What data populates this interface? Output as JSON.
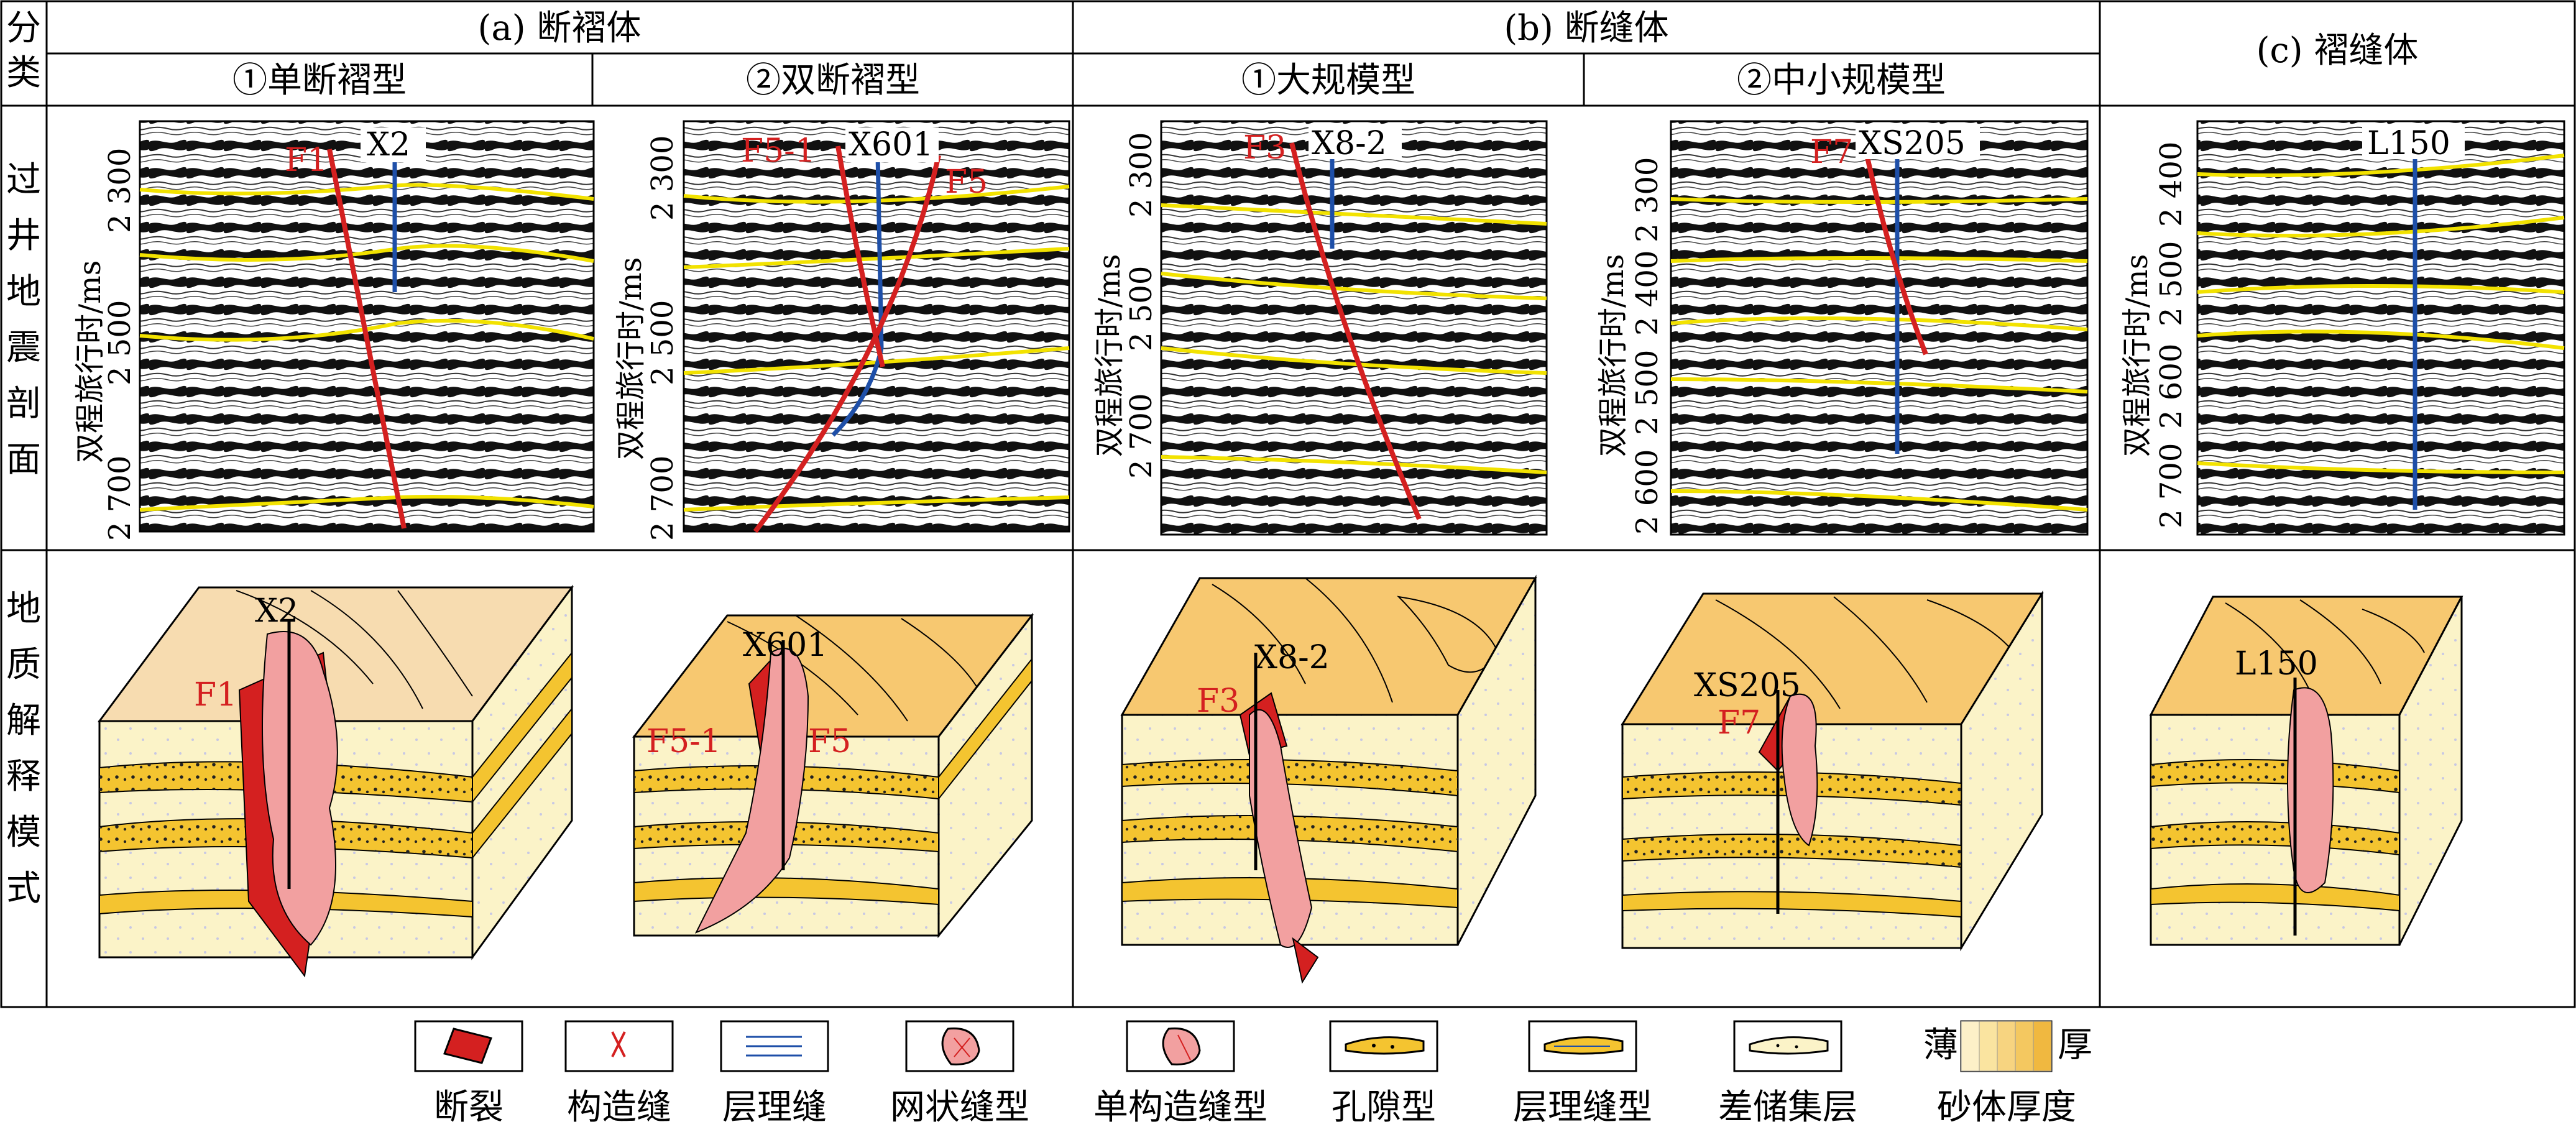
{
  "header": {
    "classify_label": "分类",
    "groups": [
      {
        "title": "(a) 断褶体",
        "subs": [
          "①单断褶型",
          "②双断褶型"
        ]
      },
      {
        "title": "(b) 断缝体",
        "subs": [
          "①大规模型",
          "②中小规模型"
        ]
      },
      {
        "title": "(c) 褶缝体",
        "subs": []
      }
    ]
  },
  "rows": {
    "seismic": "过井地震剖面",
    "model": "地质解释模式"
  },
  "axis_label": "双程旅行时/ms",
  "panels": [
    {
      "wells": [
        "X2"
      ],
      "faults": [
        "F1"
      ],
      "ticks": [
        "2 300",
        "2 500",
        "2 700"
      ]
    },
    {
      "wells": [
        "X601"
      ],
      "faults": [
        "F5-1",
        "F5"
      ],
      "ticks": [
        "2 300",
        "2 500",
        "2 700"
      ]
    },
    {
      "wells": [
        "X8-2"
      ],
      "faults": [
        "F3"
      ],
      "ticks": [
        "2 300",
        "2 500",
        "2 700"
      ]
    },
    {
      "wells": [
        "XS205"
      ],
      "faults": [
        "F7"
      ],
      "ticks": [
        "2 300",
        "2 400",
        "2 500",
        "2 600"
      ]
    },
    {
      "wells": [
        "L150"
      ],
      "faults": [],
      "ticks": [
        "2 400",
        "2 500",
        "2 600",
        "2 700"
      ]
    }
  ],
  "legend": [
    {
      "icon": "fault-icon",
      "label": "断裂"
    },
    {
      "icon": "structural-fracture-icon",
      "label": "构造缝"
    },
    {
      "icon": "bedding-fracture-icon",
      "label": "层理缝"
    },
    {
      "icon": "network-fracture-icon",
      "label": "网状缝型"
    },
    {
      "icon": "single-fracture-icon",
      "label": "单构造缝型"
    },
    {
      "icon": "pore-type-icon",
      "label": "孔隙型"
    },
    {
      "icon": "bedding-type-icon",
      "label": "层理缝型"
    },
    {
      "icon": "poor-reservoir-icon",
      "label": "差储集层"
    },
    {
      "icon": "sand-thickness-icon",
      "label": "砂体厚度"
    }
  ],
  "thickness": {
    "thin": "薄",
    "thick": "厚"
  },
  "colors": {
    "fault": "#d42020",
    "well_blue": "#1e4fa8",
    "horizon": "#f2e200",
    "sand": "#f4c430",
    "matrix": "#fbf3c8"
  }
}
